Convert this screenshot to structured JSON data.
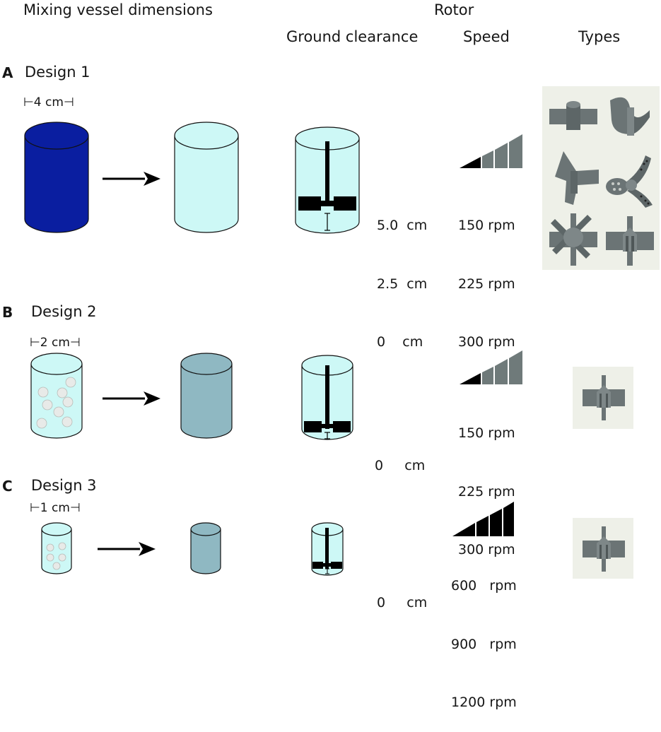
{
  "headers": {
    "vessel": "Mixing vessel dimensions",
    "rotor": "Rotor",
    "clearance": "Ground clearance",
    "speed": "Speed",
    "types": "Types"
  },
  "sections": [
    {
      "letter": "A",
      "title": "Design 1",
      "dimension": "⊢4 cm⊣",
      "clearance": [
        "5.0  cm",
        "2.5  cm",
        "0    cm"
      ],
      "speeds": [
        "150 rpm",
        "225 rpm",
        "300 rpm"
      ],
      "rotor_types": [
        "cylinder-hub-rotor",
        "curved-blade-rotor",
        "three-blade-rotor",
        "perforated-propeller-rotor",
        "eight-blade-rotor",
        "four-blade-rotor"
      ]
    },
    {
      "letter": "B",
      "title": "Design 2",
      "dimension": "⊢2 cm⊣",
      "clearance": [
        "0     cm"
      ],
      "speeds": [
        "150 rpm",
        "225 rpm",
        "300 rpm"
      ],
      "rotor_types": [
        "four-blade-rotor"
      ]
    },
    {
      "letter": "C",
      "title": "Design 3",
      "dimension": "⊢1 cm⊣",
      "clearance": [
        "0     cm"
      ],
      "speeds": [
        "600   rpm",
        "900   rpm",
        "1200 rpm"
      ],
      "rotor_types": [
        "four-blade-rotor"
      ]
    }
  ],
  "colors": {
    "vessel_dark_blue": "#0a1ea0",
    "vessel_light_cyan": "#cdf8f6",
    "vessel_teal_gray": "#8fb8c2",
    "speed_bar_gray": "#6f7a7a",
    "speed_bar_black": "#000000",
    "rotor_gray": "#6b7475"
  }
}
